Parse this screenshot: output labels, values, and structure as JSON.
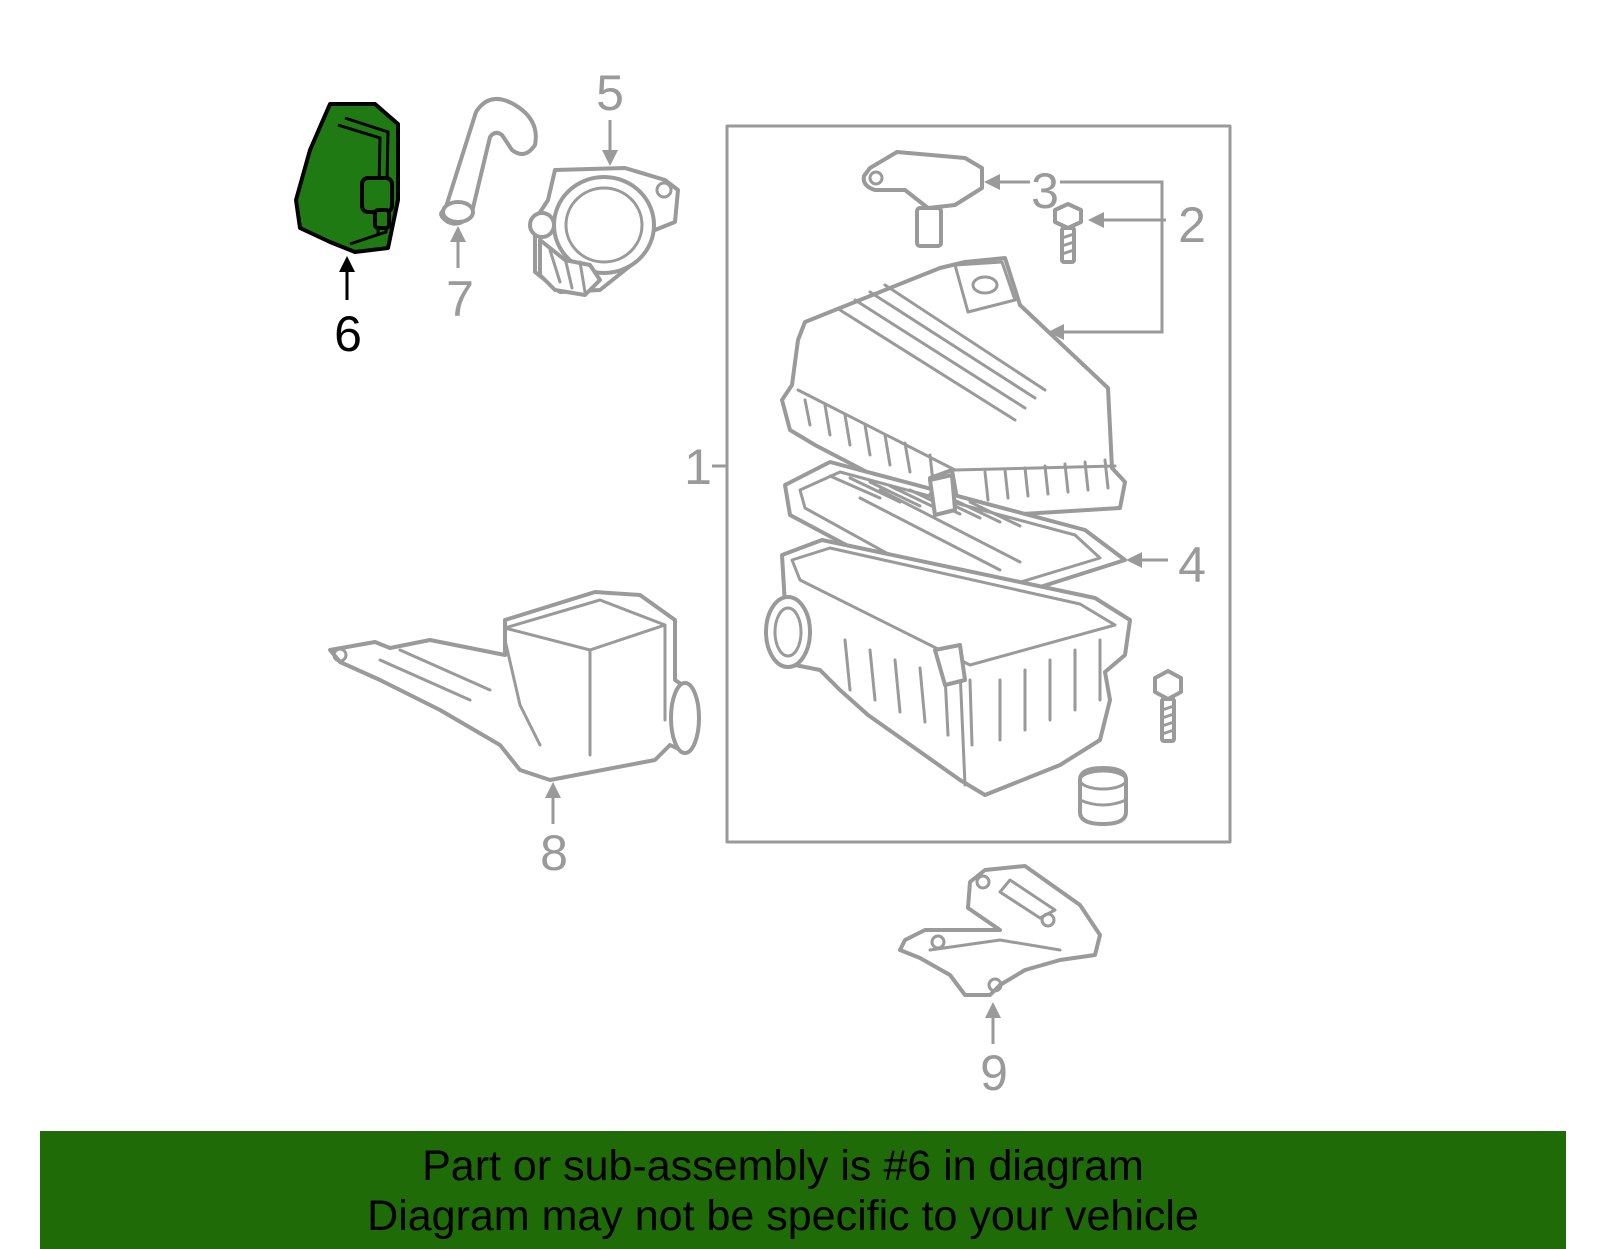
{
  "highlight": {
    "part_number": "6",
    "fill_color": "#1f7a14",
    "outline_color": "#000000"
  },
  "callouts": {
    "c1": "1",
    "c2": "2",
    "c3": "3",
    "c4": "4",
    "c5": "5",
    "c6": "6",
    "c7": "7",
    "c8": "8",
    "c9": "9"
  },
  "line_color": "#9a9a9a",
  "banner": {
    "line1": "Part or sub-assembly is #6 in diagram",
    "line2": "Diagram may not be specific to your vehicle",
    "background": "#1f6b07"
  }
}
